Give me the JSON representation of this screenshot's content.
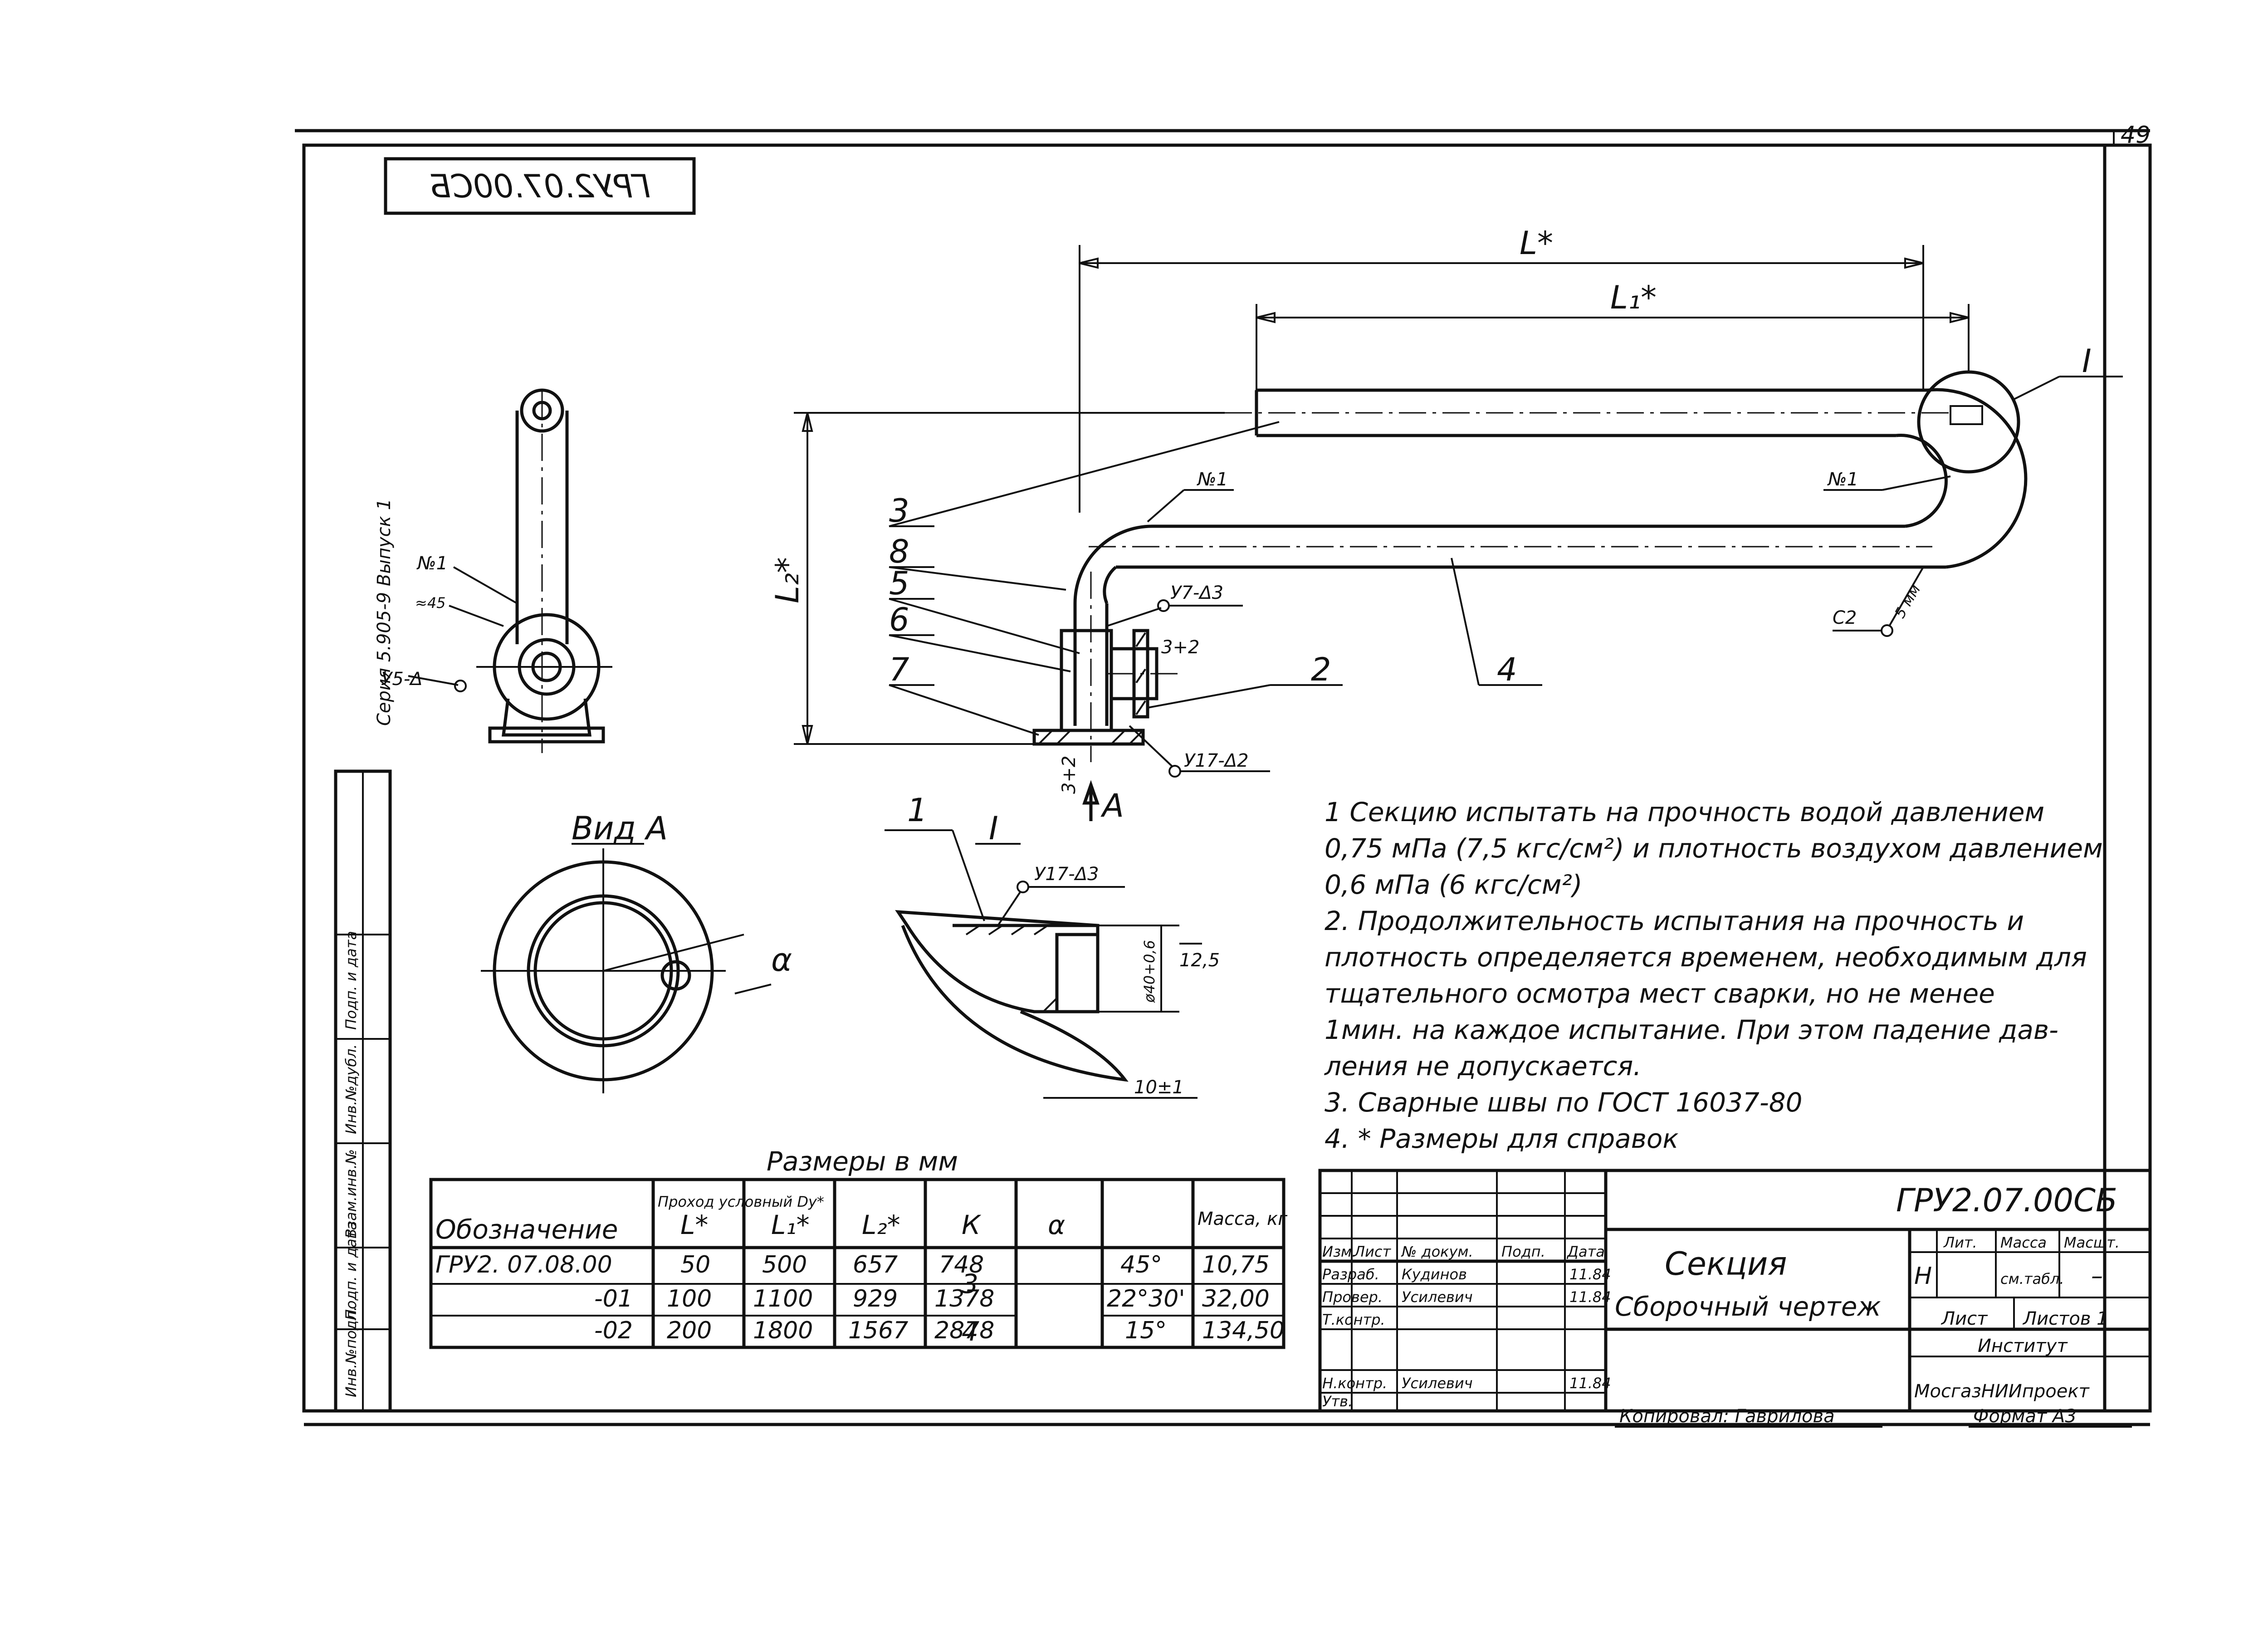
{
  "sheet": {
    "page_number": "49",
    "stamp_mirrored": "ГРУ2.07.00СБ",
    "side_series": "Серия 5.905-9  Выпуск 1",
    "side_cols": [
      "Инв.№подл.",
      "Подп. и дата",
      "Взам.инв.№",
      "Инв.№дубл.",
      "Подп. и дата"
    ]
  },
  "drawing": {
    "dim_L": "L*",
    "dim_L1": "L₁*",
    "dim_L2": "L₂*",
    "callout_I": "I",
    "weld_N1": "№1",
    "weld_N1_top": "№1",
    "weld_y7": "У7-Δ3",
    "weld_y17": "У17-Δ2",
    "weld_c2": "С2",
    "weld_c2_dim": "5 мм",
    "gap_3": "3+2",
    "gap_3b": "3+2",
    "arrow_A": "А",
    "parts": [
      "3",
      "8",
      "5",
      "6",
      "7",
      "2",
      "4",
      "1"
    ],
    "side_view_N": "№1",
    "side_view_45": "≈45",
    "side_view_weld": "У5-Δ",
    "view_A": "Вид А",
    "alpha": "α",
    "detail_I": "I",
    "detail_weld": "У17-Δ3",
    "detail_dia": "ø40+0,6",
    "detail_12": "12,5",
    "detail_10": "10±1"
  },
  "notes": [
    "1 Секцию испытать на прочность водой давлением",
    "0,75 мПа (7,5 кгс/см²) и плотность воздухом давлением",
    "0,6 мПа (6 кгс/см²)",
    "2. Продолжительность испытания на прочность и",
    "плотность определяется временем, необходимым для",
    "тщательного осмотра мест сварки, но не менее",
    "1мин. на каждое испытание. При этом падение дав-",
    "ления не допускается.",
    "3. Сварные швы по ГОСТ 16037-80",
    "4. * Размеры для справок"
  ],
  "table": {
    "caption": "Размеры в мм",
    "headers": [
      "Обозначение",
      "Проход условный Dу*",
      "L*",
      "L₁*",
      "L₂*",
      "К",
      "α",
      "Масса, кг"
    ],
    "rows": [
      [
        "ГРУ2. 07.08.00",
        "50",
        "500",
        "657",
        "748",
        "3",
        "45°",
        "10,75"
      ],
      [
        "-01",
        "100",
        "1100",
        "929",
        "1378",
        "",
        "22°30'",
        "32,00"
      ],
      [
        "-02",
        "200",
        "1800",
        "1567",
        "2878",
        "4",
        "15°",
        "134,50"
      ]
    ]
  },
  "titleblock": {
    "code": "ГРУ2.07.00СБ",
    "name": "Секция",
    "subtitle": "Сборочный чертеж",
    "col_heads": [
      "Изм.",
      "Лист",
      "№ докум.",
      "Подп.",
      "Дата"
    ],
    "roles": [
      "Разраб.",
      "Провер.",
      "Т.контр.",
      "Н.контр.",
      "Утв."
    ],
    "names": [
      "Кудинов",
      "Усилевич",
      "",
      "Усилевич",
      ""
    ],
    "dates": [
      "11.84",
      "11.84",
      "",
      "11.84",
      ""
    ],
    "lit_heads": [
      "Лит.",
      "Масса",
      "Масшт."
    ],
    "lit_vals": [
      "Н",
      "см.табл.",
      "–"
    ],
    "sheet_label": "Лист",
    "sheets_label": "Листов 1",
    "institute_label": "Институт",
    "institute": "МосгазНИИпроект",
    "copied": "Копировал: Гаврилова",
    "format": "Формат А3"
  }
}
